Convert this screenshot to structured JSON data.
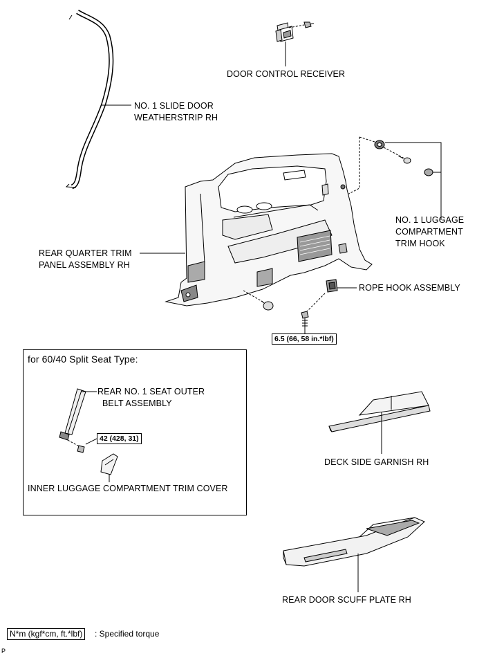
{
  "labels": {
    "door_control_receiver": "DOOR CONTROL RECEIVER",
    "weatherstrip_line1": "NO. 1 SLIDE DOOR",
    "weatherstrip_line2": "WEATHERSTRIP RH",
    "trim_hook_line1": "NO. 1 LUGGAGE",
    "trim_hook_line2": "COMPARTMENT",
    "trim_hook_line3": "TRIM HOOK",
    "quarter_trim_line1": "REAR QUARTER TRIM",
    "quarter_trim_line2": "PANEL ASSEMBLY RH",
    "rope_hook": "ROPE HOOK ASSEMBLY",
    "deck_garnish": "DECK SIDE GARNISH RH",
    "scuff_plate": "REAR DOOR SCUFF PLATE RH"
  },
  "torques": {
    "rope_hook_bolt": "6.5 (66, 58 in.*lbf)",
    "seat_belt_bolt": "42 (428, 31)"
  },
  "inset": {
    "title": "for 60/40 Split Seat Type:",
    "belt_line1": "REAR NO. 1 SEAT OUTER",
    "belt_line2": "BELT ASSEMBLY",
    "trim_cover": "INNER LUGGAGE COMPARTMENT TRIM COVER"
  },
  "legend": {
    "unit": "N*m (kgf*cm, ft.*lbf)",
    "description": ": Specified torque"
  },
  "corner_mark": "P"
}
